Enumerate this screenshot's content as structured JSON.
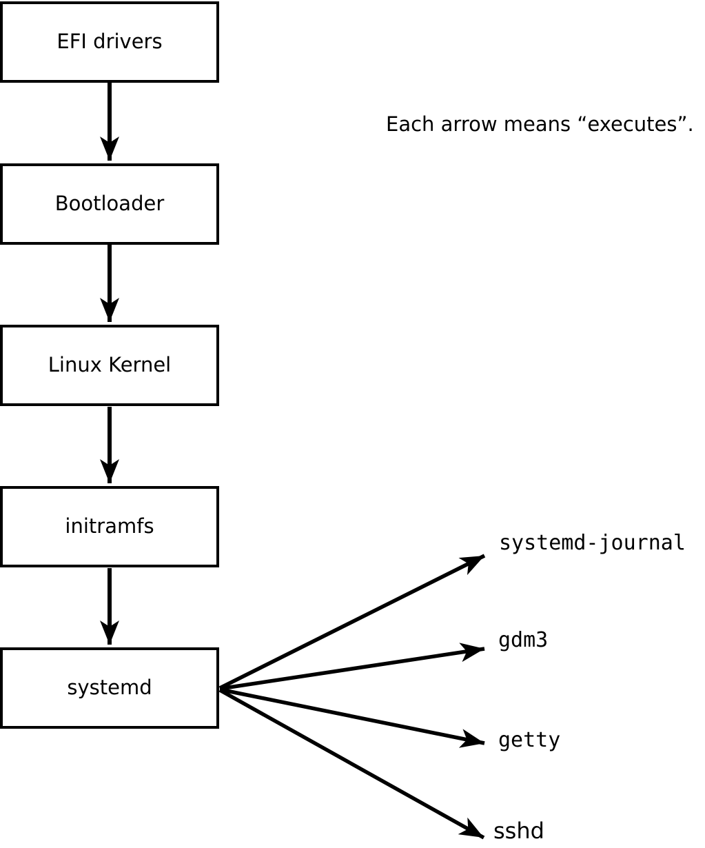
{
  "annotation": {
    "text": "Each arrow means “executes”."
  },
  "flow_nodes": [
    {
      "label": "EFI drivers"
    },
    {
      "label": "Bootloader"
    },
    {
      "label": "Linux Kernel"
    },
    {
      "label": "initramfs"
    },
    {
      "label": "systemd"
    }
  ],
  "spawned_processes": [
    {
      "label": "systemd-journal"
    },
    {
      "label": "gdm3"
    },
    {
      "label": "getty"
    },
    {
      "label": "sshd"
    }
  ],
  "edges": [
    {
      "from": "EFI drivers",
      "to": "Bootloader",
      "relation": "executes"
    },
    {
      "from": "Bootloader",
      "to": "Linux Kernel",
      "relation": "executes"
    },
    {
      "from": "Linux Kernel",
      "to": "initramfs",
      "relation": "executes"
    },
    {
      "from": "initramfs",
      "to": "systemd",
      "relation": "executes"
    },
    {
      "from": "systemd",
      "to": "systemd-journal",
      "relation": "executes"
    },
    {
      "from": "systemd",
      "to": "gdm3",
      "relation": "executes"
    },
    {
      "from": "systemd",
      "to": "getty",
      "relation": "executes"
    },
    {
      "from": "systemd",
      "to": "sshd",
      "relation": "executes"
    }
  ],
  "colors": {
    "line": "#000000",
    "text": "#000000",
    "box_fill": "#ffffff",
    "background": "#ffffff"
  }
}
